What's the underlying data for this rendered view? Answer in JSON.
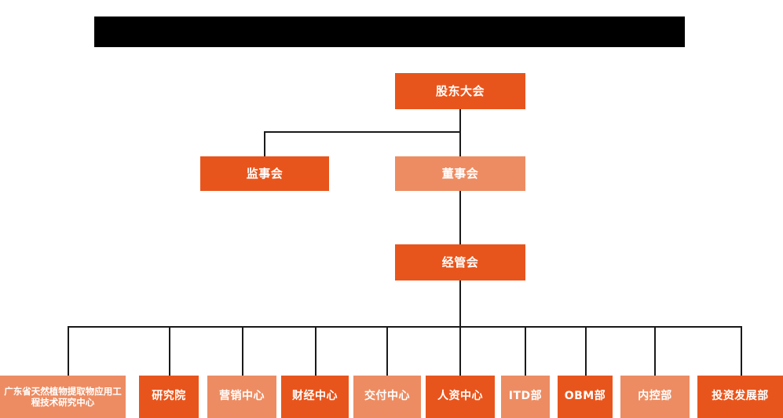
{
  "header": {
    "redacted_title": ""
  },
  "colors": {
    "dark_orange": "#E8551C",
    "light_orange": "#ED8C62",
    "connector": "#1a1a1a",
    "background": "#ffffff",
    "redaction": "#000000"
  },
  "chart_data": {
    "type": "diagram",
    "title": "",
    "diagram_kind": "organization-chart",
    "levels": [
      {
        "level": 1,
        "nodes": [
          {
            "id": "shareholders",
            "label": "股东大会",
            "style": "dark"
          }
        ]
      },
      {
        "level": 2,
        "nodes": [
          {
            "id": "supervisors",
            "label": "监事会",
            "style": "dark"
          },
          {
            "id": "directors",
            "label": "董事会",
            "style": "light"
          }
        ]
      },
      {
        "level": 3,
        "nodes": [
          {
            "id": "management",
            "label": "经管会",
            "style": "dark"
          }
        ]
      },
      {
        "level": 4,
        "nodes": [
          {
            "id": "research-center",
            "label": "广东省天然植物提取物应用工程技术研究中心",
            "style": "light"
          },
          {
            "id": "institute",
            "label": "研究院",
            "style": "dark"
          },
          {
            "id": "marketing-center",
            "label": "营销中心",
            "style": "light"
          },
          {
            "id": "finance-center",
            "label": "财经中心",
            "style": "dark"
          },
          {
            "id": "delivery-center",
            "label": "交付中心",
            "style": "light"
          },
          {
            "id": "hr-center",
            "label": "人资中心",
            "style": "dark"
          },
          {
            "id": "itd-dept",
            "label": "ITD部",
            "style": "light"
          },
          {
            "id": "obm-dept",
            "label": "OBM部",
            "style": "dark"
          },
          {
            "id": "internal-control-dept",
            "label": "内控部",
            "style": "light"
          },
          {
            "id": "investment-dev-dept",
            "label": "投资发展部",
            "style": "dark"
          }
        ]
      }
    ],
    "edges": [
      {
        "from": "shareholders",
        "to": "supervisors"
      },
      {
        "from": "shareholders",
        "to": "directors"
      },
      {
        "from": "directors",
        "to": "management"
      },
      {
        "from": "management",
        "to": "research-center"
      },
      {
        "from": "management",
        "to": "institute"
      },
      {
        "from": "management",
        "to": "marketing-center"
      },
      {
        "from": "management",
        "to": "finance-center"
      },
      {
        "from": "management",
        "to": "delivery-center"
      },
      {
        "from": "management",
        "to": "hr-center"
      },
      {
        "from": "management",
        "to": "itd-dept"
      },
      {
        "from": "management",
        "to": "obm-dept"
      },
      {
        "from": "management",
        "to": "internal-control-dept"
      },
      {
        "from": "management",
        "to": "investment-dev-dept"
      }
    ]
  }
}
